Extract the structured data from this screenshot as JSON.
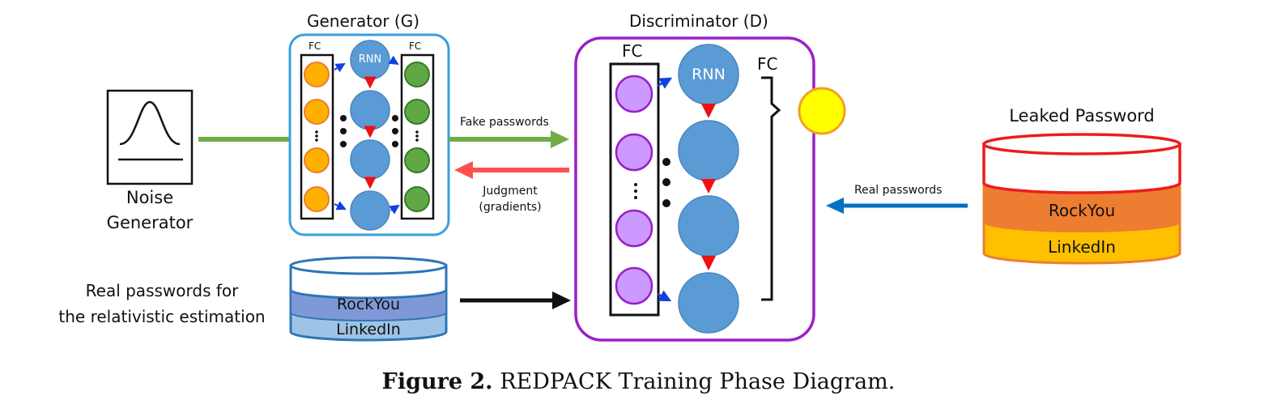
{
  "generator": {
    "title": "Generator (G)",
    "fc_left": "FC",
    "fc_right": "FC",
    "rnn": "RNN"
  },
  "discriminator": {
    "title": "Discriminator (D)",
    "fc_left": "FC",
    "fc_right": "FC",
    "rnn": "RNN"
  },
  "noise": {
    "line1": "Noise",
    "line2": "Generator"
  },
  "arrows": {
    "fake": "Fake passwords",
    "judgment1": "Judgment",
    "judgment2": "(gradients)",
    "real": "Real passwords"
  },
  "leaked": {
    "title": "Leaked Password",
    "db1": "RockYou",
    "db2": "LinkedIn"
  },
  "relativistic": {
    "line1": "Real passwords for",
    "line2": "the relativistic estimation",
    "db1": "RockYou",
    "db2": "LinkedIn"
  },
  "caption": {
    "label": "Figure 2.",
    "text": "REDPACK Training Phase Diagram."
  },
  "colors": {
    "gen_border": "#3a9ee0",
    "disc_border": "#9b1fc8",
    "orange": "#ffb000",
    "green": "#5fa844",
    "blue_node": "#5b9bd5",
    "purple": "#cc99ff",
    "yellow": "#ffff00",
    "db_red": "#ee1c1c",
    "db_orange": "#ed7d31",
    "db_gold": "#ffc000",
    "db_blue": "#2e75b6",
    "arrow_green": "#70ad47",
    "arrow_red": "#ff5050",
    "arrow_blue": "#0070c0"
  }
}
